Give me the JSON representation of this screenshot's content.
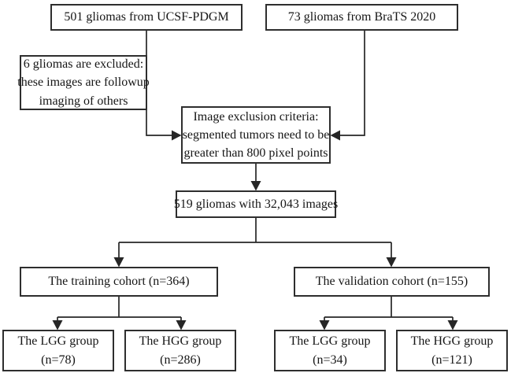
{
  "diagram": {
    "boxes": {
      "ucsf": {
        "lines": [
          "501 gliomas from UCSF-PDGM"
        ]
      },
      "brats": {
        "lines": [
          "73 gliomas from BraTS 2020"
        ]
      },
      "excluded": {
        "lines": [
          "6 gliomas are excluded:",
          "these images are followup",
          "imaging of others"
        ]
      },
      "criteria": {
        "lines": [
          "Image exclusion criteria:",
          "segmented tumors need to be",
          "greater than 800 pixel points"
        ]
      },
      "pooled": {
        "lines": [
          "519 gliomas with 32,043 images"
        ]
      },
      "training": {
        "lines": [
          "The training cohort (n=364)"
        ]
      },
      "validation": {
        "lines": [
          "The validation cohort (n=155)"
        ]
      },
      "train_lgg": {
        "lines": [
          "The LGG group",
          "(n=78)"
        ]
      },
      "train_hgg": {
        "lines": [
          "The HGG group",
          "(n=286)"
        ]
      },
      "val_lgg": {
        "lines": [
          "The LGG group",
          "(n=34)"
        ]
      },
      "val_hgg": {
        "lines": [
          "The HGG group",
          "(n=121)"
        ]
      }
    },
    "colors": {
      "border": "#2e2e2e",
      "line": "#262626",
      "text": "#161616",
      "background": "#ffffff"
    }
  }
}
